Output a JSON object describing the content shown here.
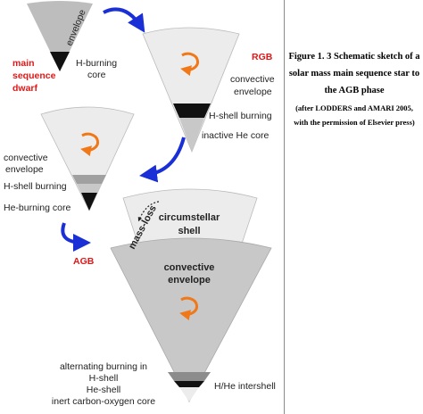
{
  "labels": {
    "envelope": "envelope",
    "main_sequence_dwarf": [
      "main",
      "sequence",
      "dwarf"
    ],
    "h_burning_core": [
      "H-burning",
      "core"
    ],
    "rgb": "RGB",
    "rgb_convective_envelope": [
      "convective",
      "envelope"
    ],
    "rgb_h_shell": "H-shell burning",
    "inactive_he_core": "inactive He core",
    "stage3_convective_envelope": [
      "convective",
      "envelope"
    ],
    "stage3_h_shell": "H-shell burning",
    "he_burning_core": "He-burning core",
    "agb": "AGB",
    "mass_loss": "mass-loss",
    "circumstellar_shell": [
      "circumstellar",
      "shell"
    ],
    "agb_convective_envelope": [
      "convective",
      "envelope"
    ],
    "alternating_burning": [
      "alternating burning in",
      "H-shell",
      "He-shell",
      "inert carbon-oxygen core"
    ],
    "intershell": "H/He intershell"
  },
  "caption": {
    "title": "Figure 1. 3 Schematic sketch of a solar mass main sequence star to the AGB phase",
    "note": "(after LODDERS and AMARI 2005, with the permission of Elsevier press)"
  },
  "colors": {
    "wedge_light": "#ececec",
    "wedge_mid": "#c8c8c8",
    "shell_dark": "#8c8c8c",
    "core_black": "#111111",
    "arrow_blue": "#1a2fd6",
    "swirl_orange": "#f07818",
    "label_red": "#e01818"
  }
}
